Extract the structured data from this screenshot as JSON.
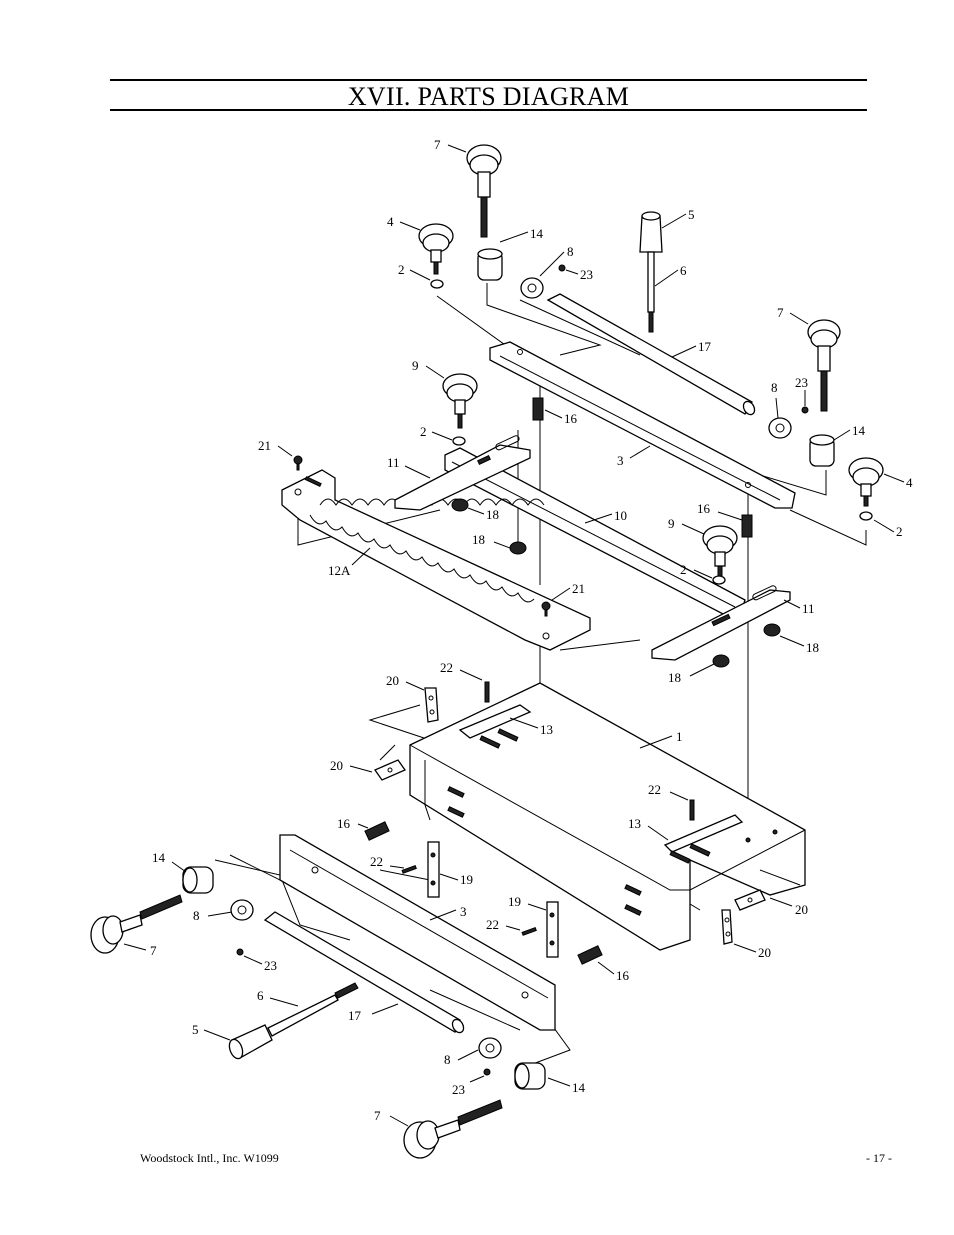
{
  "header": {
    "title": "XVII. PARTS DIAGRAM"
  },
  "footer": {
    "left": "Woodstock Intl., Inc. W1099",
    "right": "- 17 -"
  },
  "callouts": [
    {
      "id": "c7a",
      "text": "7"
    },
    {
      "id": "c14a",
      "text": "14"
    },
    {
      "id": "c5a",
      "text": "5"
    },
    {
      "id": "c4a",
      "text": "4"
    },
    {
      "id": "c8a",
      "text": "8"
    },
    {
      "id": "c23a",
      "text": "23"
    },
    {
      "id": "c6a",
      "text": "6"
    },
    {
      "id": "c2a",
      "text": "2"
    },
    {
      "id": "c7b",
      "text": "7"
    },
    {
      "id": "c17a",
      "text": "17"
    },
    {
      "id": "c9a",
      "text": "9"
    },
    {
      "id": "c8b",
      "text": "8"
    },
    {
      "id": "c23b",
      "text": "23"
    },
    {
      "id": "c16a",
      "text": "16"
    },
    {
      "id": "c14b",
      "text": "14"
    },
    {
      "id": "c2b",
      "text": "2"
    },
    {
      "id": "c3a",
      "text": "3"
    },
    {
      "id": "c4b",
      "text": "4"
    },
    {
      "id": "c21a",
      "text": "21"
    },
    {
      "id": "c11a",
      "text": "11"
    },
    {
      "id": "c2c",
      "text": "2"
    },
    {
      "id": "c18a",
      "text": "18"
    },
    {
      "id": "c10a",
      "text": "10"
    },
    {
      "id": "c16b",
      "text": "16"
    },
    {
      "id": "c9b",
      "text": "9"
    },
    {
      "id": "c18b",
      "text": "18"
    },
    {
      "id": "c12A",
      "text": "12A"
    },
    {
      "id": "c2d",
      "text": "2"
    },
    {
      "id": "c21b",
      "text": "21"
    },
    {
      "id": "c11b",
      "text": "11"
    },
    {
      "id": "c18c",
      "text": "18"
    },
    {
      "id": "c18d",
      "text": "18"
    },
    {
      "id": "c22a",
      "text": "22"
    },
    {
      "id": "c20a",
      "text": "20"
    },
    {
      "id": "c13a",
      "text": "13"
    },
    {
      "id": "c1a",
      "text": "1"
    },
    {
      "id": "c20b",
      "text": "20"
    },
    {
      "id": "c22b",
      "text": "22"
    },
    {
      "id": "c16c",
      "text": "16"
    },
    {
      "id": "c13b",
      "text": "13"
    },
    {
      "id": "c14c",
      "text": "14"
    },
    {
      "id": "c22c",
      "text": "22"
    },
    {
      "id": "c19a",
      "text": "19"
    },
    {
      "id": "c20c",
      "text": "20"
    },
    {
      "id": "c8c",
      "text": "8"
    },
    {
      "id": "c3b",
      "text": "3"
    },
    {
      "id": "c19b",
      "text": "19"
    },
    {
      "id": "c7c",
      "text": "7"
    },
    {
      "id": "c22d",
      "text": "22"
    },
    {
      "id": "c20d",
      "text": "20"
    },
    {
      "id": "c23c",
      "text": "23"
    },
    {
      "id": "c16d",
      "text": "16"
    },
    {
      "id": "c6b",
      "text": "6"
    },
    {
      "id": "c17b",
      "text": "17"
    },
    {
      "id": "c5b",
      "text": "5"
    },
    {
      "id": "c8d",
      "text": "8"
    },
    {
      "id": "c14d",
      "text": "14"
    },
    {
      "id": "c23d",
      "text": "23"
    },
    {
      "id": "c7d",
      "text": "7"
    }
  ]
}
